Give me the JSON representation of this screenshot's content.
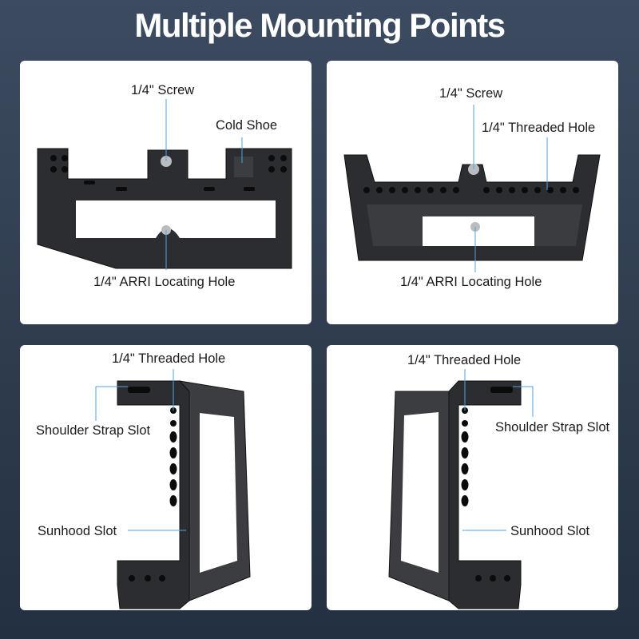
{
  "title": "Multiple Mounting Points",
  "accent_color": "#4fa3e0",
  "panels": [
    {
      "labels": {
        "screw": "1/4\" Screw",
        "cold_shoe": "Cold Shoe",
        "arri": "1/4\" ARRI Locating Hole"
      }
    },
    {
      "labels": {
        "screw": "1/4\" Screw",
        "threaded": "1/4\" Threaded Hole",
        "arri": "1/4\" ARRI Locating Hole"
      }
    },
    {
      "labels": {
        "threaded": "1/4\" Threaded Hole",
        "strap": "Shoulder Strap Slot",
        "sunhood": "Sunhood Slot"
      }
    },
    {
      "labels": {
        "threaded": "1/4\" Threaded Hole",
        "strap": "Shoulder Strap Slot",
        "sunhood": "Sunhood Slot"
      }
    }
  ]
}
